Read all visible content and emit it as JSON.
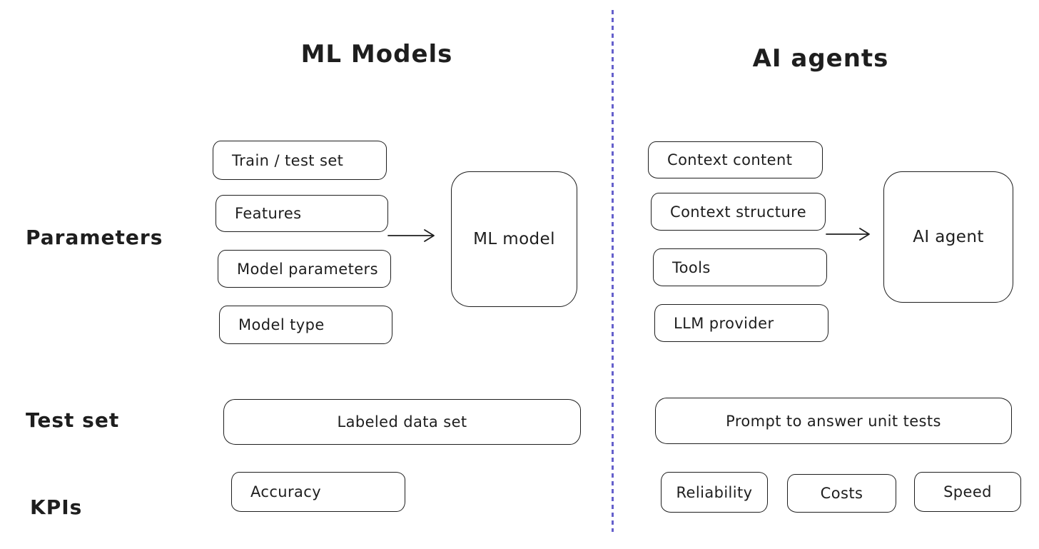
{
  "colors": {
    "stroke": "#1e1e1e",
    "divider": "#6560cc",
    "background": "#ffffff"
  },
  "row_labels": [
    {
      "label": "Parameters"
    },
    {
      "label": "Test set"
    },
    {
      "label": "KPIs"
    }
  ],
  "left_panel": {
    "title": "ML Models",
    "inputs": [
      "Train / test set",
      "Features",
      "Model parameters",
      "Model type"
    ],
    "arrow_icon": "arrow-right",
    "output_box": "ML model",
    "test_set_box": "Labeled data set",
    "kpi_boxes": [
      "Accuracy"
    ]
  },
  "right_panel": {
    "title": "AI agents",
    "inputs": [
      "Context content",
      "Context structure",
      "Tools",
      "LLM provider"
    ],
    "arrow_icon": "arrow-right",
    "output_box": "AI agent",
    "test_set_box": "Prompt to answer unit tests",
    "kpi_boxes": [
      "Reliability",
      "Costs",
      "Speed"
    ]
  }
}
